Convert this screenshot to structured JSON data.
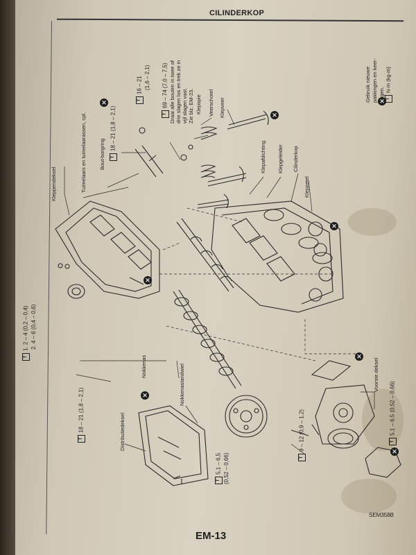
{
  "header": {
    "title": "CILINDERKOP"
  },
  "labels": {
    "kleppendeksel": "Kleppendeksel",
    "tuimelaars": "Tuimelaars en tuimelaarassen, cpl.",
    "bout_borgring": "Bout-borgring",
    "draai_alle": "Draai alle bouten in twee of",
    "draai_alle_2": "drie slagen los en trek ze in",
    "draai_alle_3": "vijf slagen vast.",
    "draai_alle_4": "Zie blz. EM-23.",
    "klepspie": "Klepspie",
    "veerschotel": "Veerschotel",
    "klepveer": "Klepveer",
    "klepafdichting": "Klepafdichting",
    "klepgeleider": "Klepgeleider",
    "cilinderkop": "Cilinderkop",
    "klepzetel": "Klepzetel",
    "nokkenas": "Nokkenas",
    "nokkenastandwiel": "Nokkenastandwiel",
    "distributiedeksel": "Distributiedeksel",
    "voorste_deksel": "Voorste deksel",
    "legend_1": "Gebruik nieuwe",
    "legend_2": "pakkingen en keer-",
    "legend_3": "ringen.",
    "legend_4": "N·m (kg-m)"
  },
  "torques": {
    "t_rocker": "18 – 21 (1,8 – 2,1)",
    "t_top": "16 – 21",
    "t_top_b": "(1,6 – 2,1)",
    "t_head": "69 – 74 (7,0 – 7,5)",
    "t_cover_1": "1.  2 – 4 (0,2 – 0,4)",
    "t_cover_2": "2.  4 – 6 (0,4 – 0,6)",
    "t_cam": "18 – 21 (1,8 – 2,1)",
    "t_sprocket": "9 – 12 (0,9 – 1,2)",
    "t_dist_1": "5,1 – 6,5",
    "t_dist_2": "(0,52 – 0,66)",
    "t_front": "5,1 – 6,5 (0,52 – 0,66)"
  },
  "icons": {
    "torque": "T",
    "replace": "✕"
  },
  "footer": {
    "code": "SEM358B",
    "page": "EM-13"
  }
}
